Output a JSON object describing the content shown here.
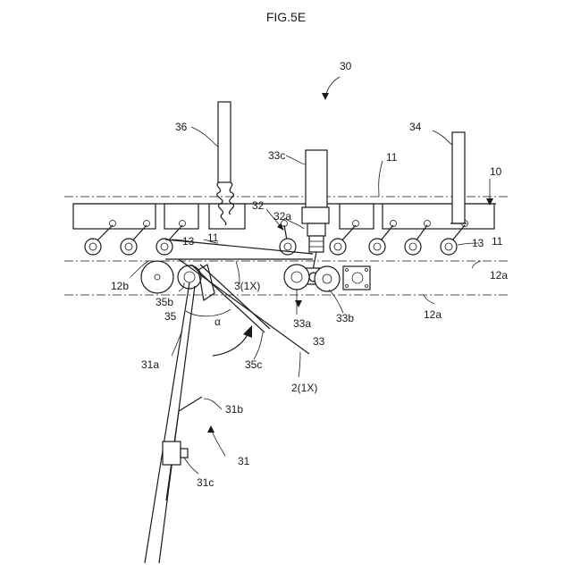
{
  "figure": {
    "title": "FIG.5E"
  },
  "labels": {
    "l30": "30",
    "l36": "36",
    "l33c": "33c",
    "l34": "34",
    "l11a": "11",
    "l10": "10",
    "l32": "32",
    "l32a": "32a",
    "l13a": "13",
    "l11b": "11",
    "l13b": "13",
    "l11c": "11",
    "l12b": "12b",
    "l3": "3(1X)",
    "l12a_1": "12a",
    "l35b": "35b",
    "l35": "35",
    "l33a": "33a",
    "l33b": "33b",
    "l33": "33",
    "l12a_2": "12a",
    "lalpha": "α",
    "l31a": "31a",
    "l35c": "35c",
    "l2": "2(1X)",
    "l31b": "31b",
    "l31": "31",
    "l31c": "31c"
  }
}
